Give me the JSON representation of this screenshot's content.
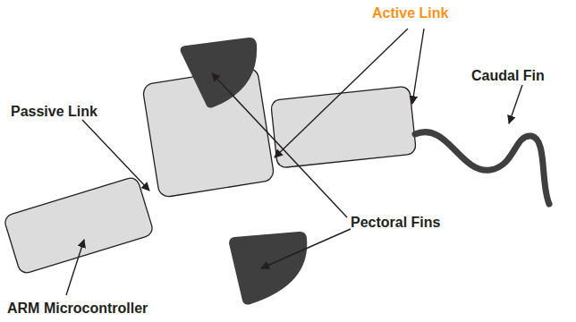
{
  "diagram": {
    "labels": [
      "Active Link",
      "Caudal Fin",
      "Passive Link",
      "Pectoral Fins",
      "ARM Microcontroller"
    ]
  }
}
